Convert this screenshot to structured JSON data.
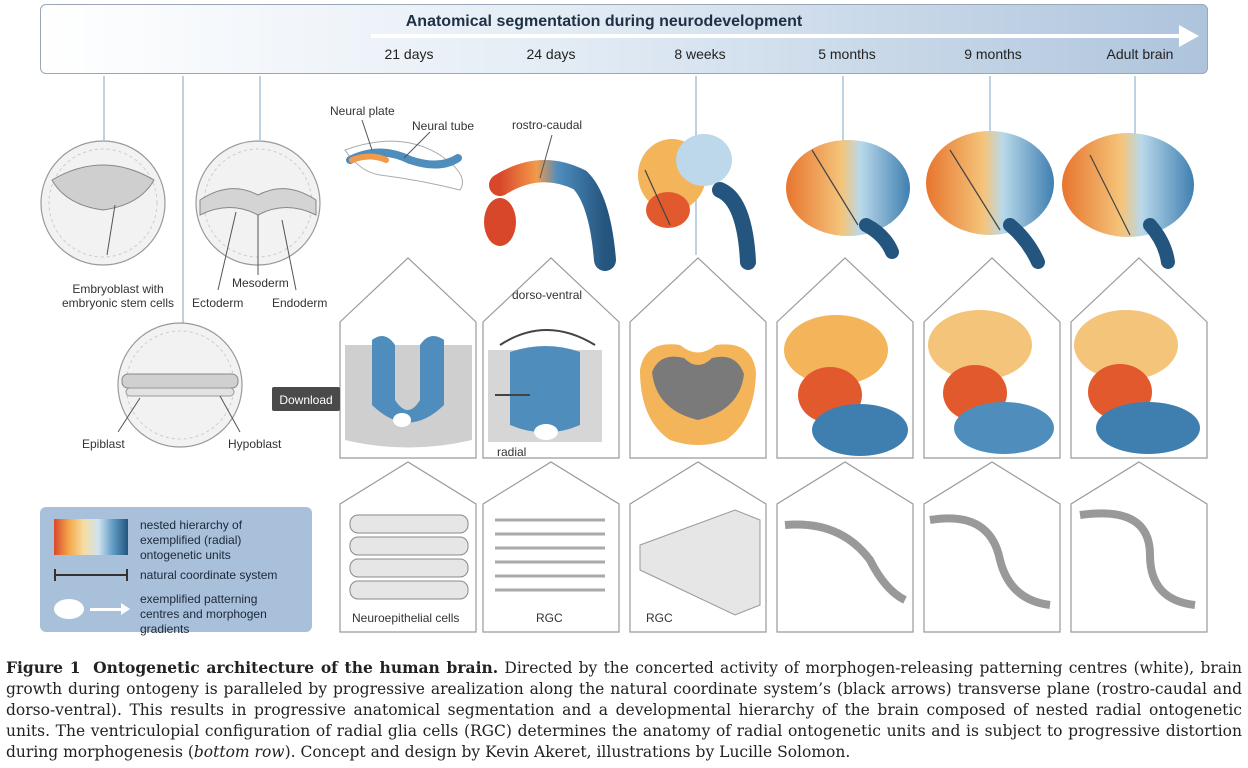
{
  "banner": {
    "title": "Anatomical segmentation during neurodevelopment",
    "timepoints": [
      "21 days",
      "24 days",
      "8 weeks",
      "5 months",
      "9 months",
      "Adult brain"
    ]
  },
  "labels": {
    "embryoblast": "Embryoblast with embryonic stem cells",
    "mesoderm": "Mesoderm",
    "ectoderm": "Ectoderm",
    "endoderm": "Endoderm",
    "epiblast": "Epiblast",
    "hypoblast": "Hypoblast",
    "neural_plate": "Neural plate",
    "neural_tube": "Neural tube",
    "rostro_caudal": "rostro-caudal",
    "dorso_ventral": "dorso-ventral",
    "radial": "radial",
    "neuroepithelial": "Neuroepithelial cells",
    "rgc1": "RGC",
    "rgc2": "RGC"
  },
  "legend": {
    "gradient_text": "nested hierarchy of exemplified (radial) ontogenetic units",
    "coordinate_text": "natural coordinate system",
    "patterning_text": "exemplified patterning centres and morphogen gradients"
  },
  "download_label": "Download",
  "caption": {
    "figure_label": "Figure 1",
    "title": "Ontogenetic architecture of the human brain.",
    "part1": "Directed by the concerted activity of morphogen-releasing patterning centres (white), brain growth during ontogeny is paralleled by progressive arealization along the natural coordinate system’s (black arrows) transverse plane (rostro-caudal and dorso-ventral). This results in progressive anatomical segmentation and a developmental hierarchy of the brain composed of nested radial ontogenetic units. The ventriculopial configuration of radial glia cells (RGC) determines the anatomy of radial ontogenetic units and is subject to progressive distortion during morphogenesis (",
    "emph": "bottom row",
    "part2": "). Concept and design by Kevin Akeret, illustrations by Lucille Solomon."
  },
  "colors": {
    "orange": "#e8752e",
    "light_orange": "#f4b45a",
    "red": "#d9472b",
    "blue": "#3f7fb0",
    "dark_blue": "#24557f",
    "light_blue": "#a9cde4",
    "legend_bg": "#a8c0da"
  }
}
